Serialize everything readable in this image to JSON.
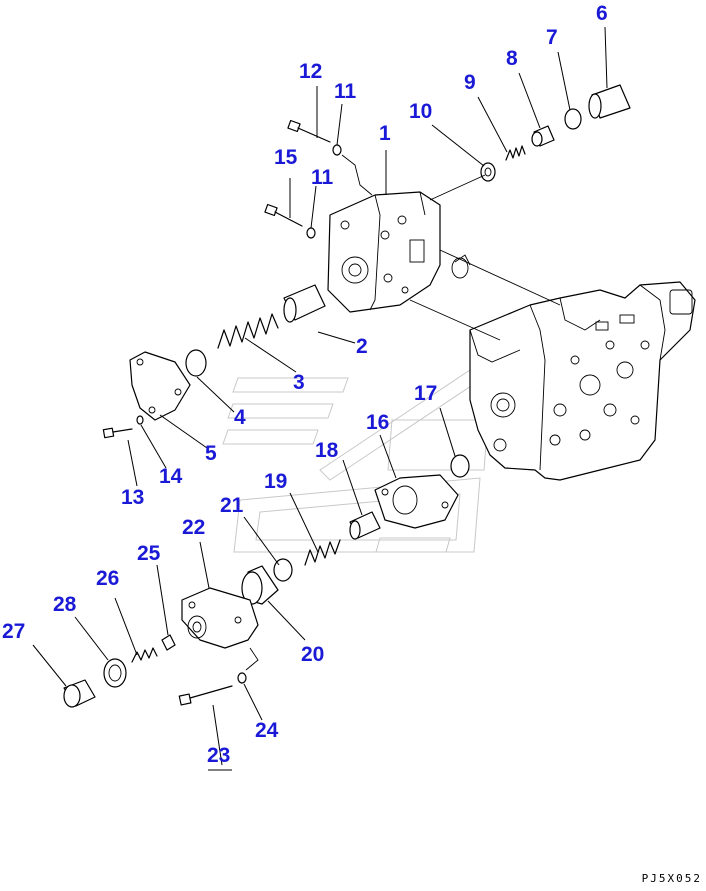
{
  "callouts": [
    {
      "id": "1",
      "text": "1"
    },
    {
      "id": "2",
      "text": "2"
    },
    {
      "id": "3",
      "text": "3"
    },
    {
      "id": "4",
      "text": "4"
    },
    {
      "id": "5",
      "text": "5"
    },
    {
      "id": "6",
      "text": "6"
    },
    {
      "id": "7",
      "text": "7"
    },
    {
      "id": "8",
      "text": "8"
    },
    {
      "id": "9",
      "text": "9"
    },
    {
      "id": "10",
      "text": "10"
    },
    {
      "id": "11a",
      "text": "11"
    },
    {
      "id": "11b",
      "text": "11"
    },
    {
      "id": "12",
      "text": "12"
    },
    {
      "id": "13",
      "text": "13"
    },
    {
      "id": "14",
      "text": "14"
    },
    {
      "id": "15",
      "text": "15"
    },
    {
      "id": "16",
      "text": "16"
    },
    {
      "id": "17",
      "text": "17"
    },
    {
      "id": "18",
      "text": "18"
    },
    {
      "id": "19",
      "text": "19"
    },
    {
      "id": "20",
      "text": "20"
    },
    {
      "id": "21",
      "text": "21"
    },
    {
      "id": "22",
      "text": "22"
    },
    {
      "id": "23",
      "text": "23"
    },
    {
      "id": "24",
      "text": "24"
    },
    {
      "id": "25",
      "text": "25"
    },
    {
      "id": "26",
      "text": "26"
    },
    {
      "id": "27",
      "text": "27"
    },
    {
      "id": "28",
      "text": "28"
    }
  ],
  "drawing_code": "PJ5X052",
  "colors": {
    "callout": "#1a1ad6",
    "line": "#000000",
    "watermark": "#c8c8c8"
  }
}
